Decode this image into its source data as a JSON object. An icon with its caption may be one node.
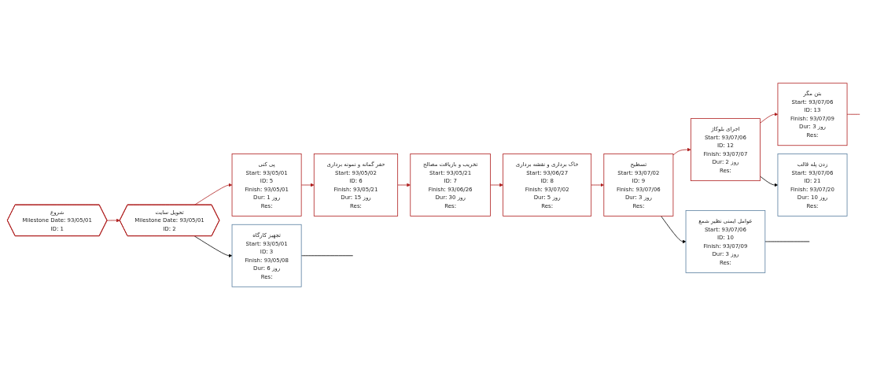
{
  "diagram": {
    "nodes": [
      {
        "text": [
          "شروع",
          "Milestone Date: 93/05/01",
          "ID: 1"
        ]
      },
      {
        "text": [
          "تحویل سایت",
          "Milestone Date: 93/05/01",
          "ID: 2"
        ]
      },
      {
        "text": [
          "تجهیز کارگاه",
          "Start: 93/05/01",
          "ID: 3",
          "Finish: 93/05/08",
          "Dur: 6 روز",
          "Res:"
        ]
      },
      {
        "text": [
          "پی کنی",
          "Start: 93/05/01",
          "ID: 5",
          "Finish: 93/05/01",
          "Dur: 1 روز",
          "Res:"
        ]
      },
      {
        "text": [
          "حفر گمانه و نمونه برداری",
          "Start: 93/05/02",
          "ID: 6",
          "Finish: 93/05/21",
          "Dur: 15 روز",
          "Res:"
        ]
      },
      {
        "text": [
          "تخریب و بازیافت مصالح",
          "Start: 93/05/21",
          "ID: 7",
          "Finish: 93/06/26",
          "Dur: 30 روز",
          "Res:"
        ]
      },
      {
        "text": [
          "خاک برداری و نقشه برداری",
          "Start: 93/06/27",
          "ID: 8",
          "Finish: 93/07/02",
          "Dur: 5 روز",
          "Res:"
        ]
      },
      {
        "text": [
          "تسطیح",
          "Start: 93/07/02",
          "ID: 9",
          "Finish: 93/07/06",
          "Dur: 3 روز",
          "Res:"
        ]
      },
      {
        "text": [
          "عوامل ایمنی نظیر شمع",
          "Start: 93/07/06",
          "ID: 10",
          "Finish: 93/07/09",
          "Dur: 3 روز",
          "Res:"
        ]
      },
      {
        "text": [
          "اجرای بلوکاژ",
          "Start: 93/07/06",
          "ID: 12",
          "Finish: 93/07/07",
          "Dur: 2 روز",
          "Res:"
        ]
      },
      {
        "text": [
          "بتن مگر",
          "Start: 93/07/06",
          "ID: 13",
          "Finish: 93/07/09",
          "Dur: 3 روز",
          "Res:"
        ]
      },
      {
        "text": [
          "زدن پله قالب",
          "Start: 93/07/06",
          "ID: 21",
          "Finish: 93/07/20",
          "Dur: 10 روز",
          "Res:"
        ]
      }
    ],
    "edges": [
      {
        "from": 0,
        "to": 1,
        "arrow": "to"
      },
      {
        "from": 1,
        "to": 2,
        "arrow": "to",
        "color": "#000000"
      },
      {
        "from": 1,
        "to": 3,
        "arrow": "to"
      },
      {
        "from": 3,
        "to": 4,
        "arrow": "to"
      },
      {
        "from": 4,
        "to": 5,
        "arrow": "to"
      },
      {
        "from": 5,
        "to": 6,
        "arrow": "to"
      },
      {
        "from": 6,
        "to": 7,
        "arrow": "to"
      },
      {
        "from": 7,
        "to": 8,
        "arrow": "to",
        "color": "#000000"
      },
      {
        "from": 7,
        "to": 9,
        "arrow": "to"
      },
      {
        "from": 9,
        "to": 10,
        "arrow": "to"
      },
      {
        "from": 9,
        "to": 11,
        "arrow": "to",
        "color": "#000000"
      },
      {
        "from": 2,
        "to": null,
        "arrow": "none",
        "color": "#000000"
      },
      {
        "from": 8,
        "to": null,
        "arrow": "none",
        "color": "#000000"
      },
      {
        "from": 10,
        "to": null,
        "arrow": "none"
      }
    ]
  }
}
